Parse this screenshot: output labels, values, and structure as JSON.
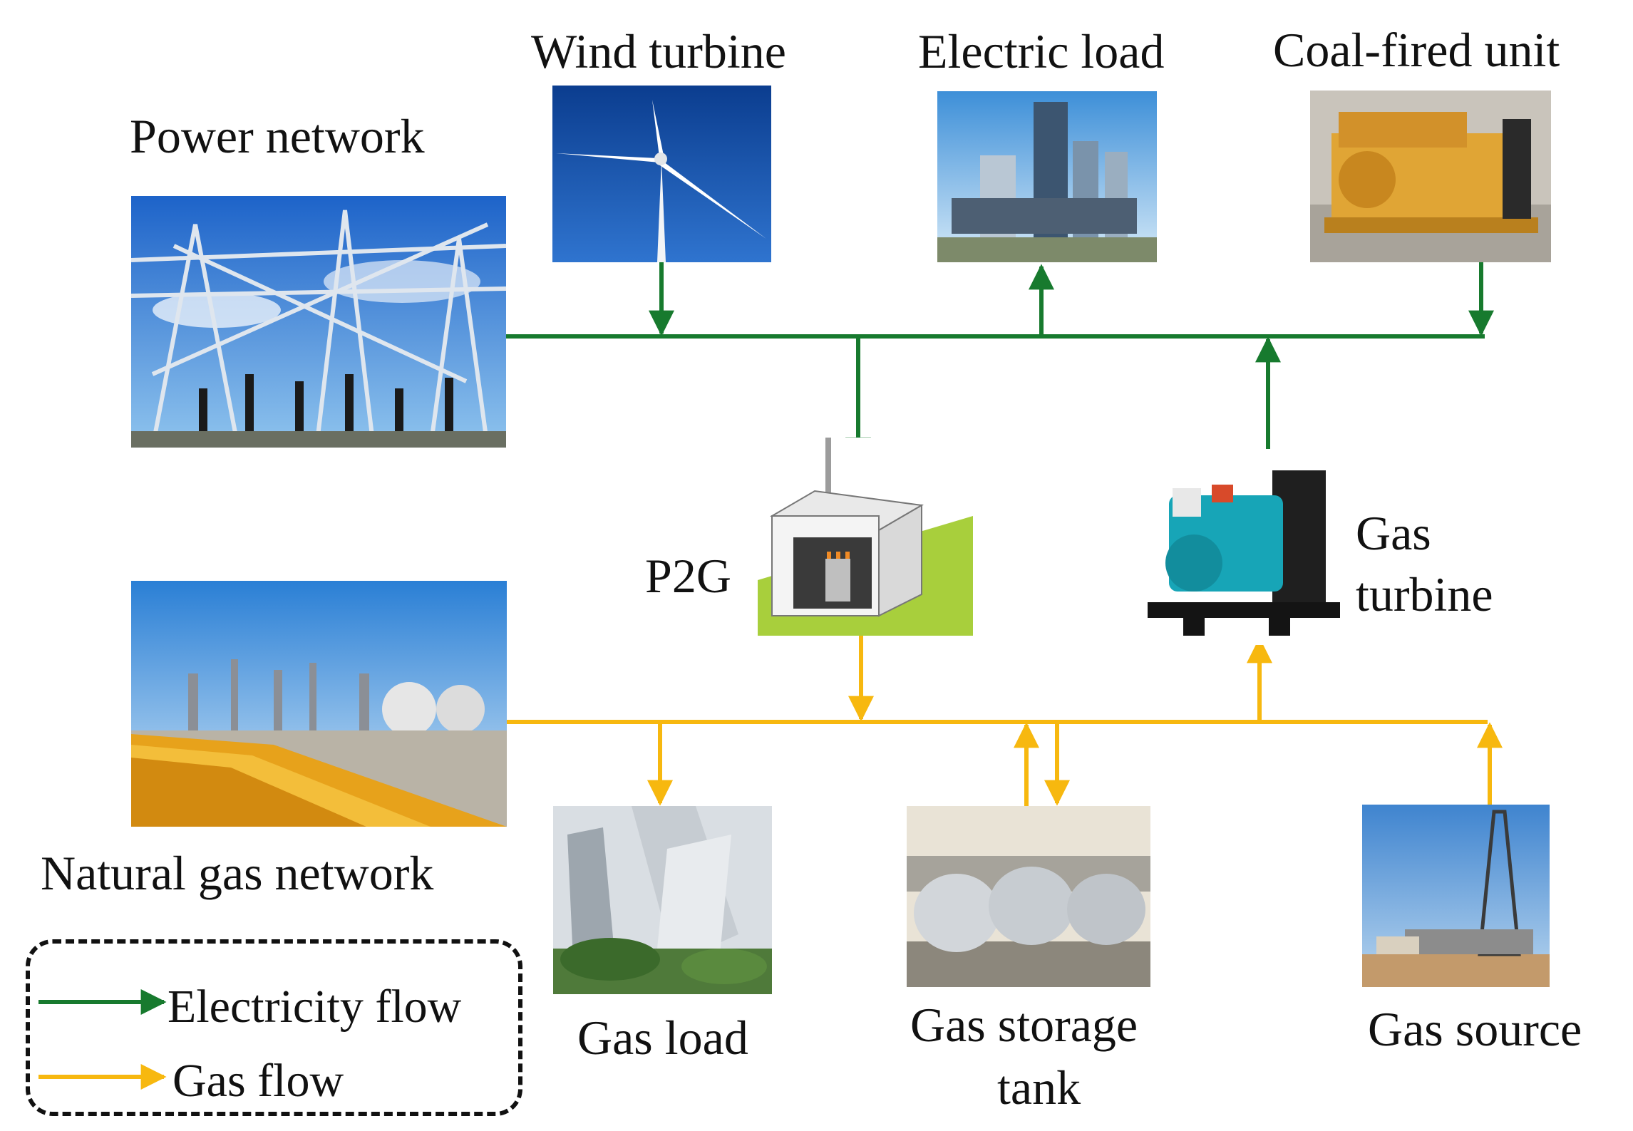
{
  "labels": {
    "power_network": "Power network",
    "wind_turbine": "Wind turbine",
    "electric_load": "Electric load",
    "coal_fired_unit": "Coal-fired unit",
    "p2g": "P2G",
    "gas_turbine_line1": "Gas",
    "gas_turbine_line2": "turbine",
    "natural_gas_network": "Natural gas network",
    "gas_load": "Gas load",
    "gas_storage_line1": "Gas storage",
    "gas_storage_line2": "tank",
    "gas_source": "Gas source"
  },
  "legend": {
    "electricity": "Electricity flow",
    "gas": "Gas flow"
  },
  "colors": {
    "electricity": "#177a2e",
    "gas": "#f7b80f"
  },
  "icons": {
    "power_network": "substation-photo",
    "wind_turbine": "wind-turbine-photo",
    "electric_load": "city-buildings-photo",
    "coal_fired_unit": "generator-set-photo",
    "p2g": "p2g-station-illustration",
    "gas_turbine": "gas-turbine-photo",
    "natural_gas_network": "gas-plant-photo",
    "gas_load": "residential-towers-photo",
    "gas_storage": "storage-tanks-photo",
    "gas_source": "drilling-rig-photo"
  }
}
